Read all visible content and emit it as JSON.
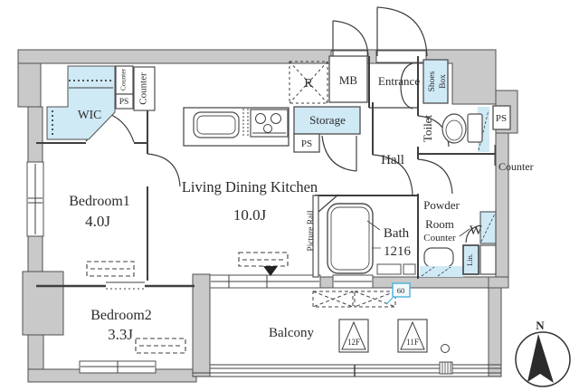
{
  "rooms": {
    "ldk": {
      "label": "Living Dining Kitchen",
      "area": "10.0J"
    },
    "bedroom1": {
      "label": "Bedroom1",
      "area": "4.0J"
    },
    "bedroom2": {
      "label": "Bedroom2",
      "area": "3.3J"
    },
    "wic": {
      "label": "WIC"
    },
    "storage": {
      "label": "Storage"
    },
    "hall": {
      "label": "Hall"
    },
    "entrance": {
      "label": "Entrance"
    },
    "toilet": {
      "label": "Toilet"
    },
    "bath": {
      "label": "Bath",
      "size": "1216"
    },
    "powder_room": {
      "line1": "Powder",
      "line2": "Room"
    },
    "balcony": {
      "label": "Balcony"
    }
  },
  "fixtures": {
    "meter_box": "MB",
    "refrigerator": "R",
    "shoes_box_line1": "Shoes",
    "shoes_box_line2": "Box",
    "pipe_space": "PS",
    "counter": "Counter",
    "picture_rail": "Picture Rail",
    "washing_machine": "W",
    "linen": "Lin.",
    "hatch_upper": "12F",
    "hatch_lower": "11F",
    "note": "60",
    "compass_north": "N"
  },
  "colors": {
    "wall_fill": "#c9c9c9",
    "closet_fill": "#cfe9f5",
    "line": "#3f3f3f",
    "note_accent": "#49b2dc"
  }
}
